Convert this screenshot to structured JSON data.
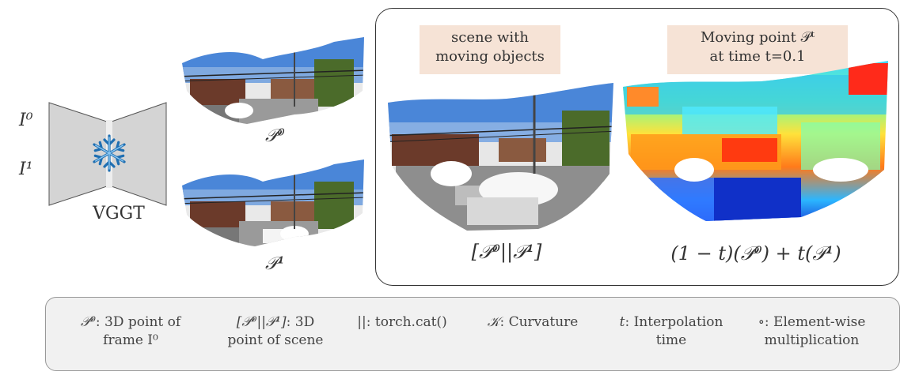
{
  "encoder": {
    "name": "VGGT",
    "input_top": "I⁰",
    "input_bottom": "I¹",
    "icon": "snowflake-icon"
  },
  "point_clouds": {
    "p0_label": "𝒫⁰",
    "p1_label": "𝒫¹"
  },
  "scene_panel": {
    "title_line1": "scene with",
    "title_line2": "moving objects",
    "formula": "[𝒫⁰||𝒫¹]"
  },
  "moving_panel": {
    "title_line1": "Moving point 𝒫ᵗ",
    "title_line2": "at time t=0.1",
    "formula": "(1 − t)(𝒫⁰) + t(𝒫¹)"
  },
  "legend": [
    {
      "symbol": "𝒫⁰",
      "text": ": 3D point of",
      "line2": "frame I⁰"
    },
    {
      "symbol": "[𝒫⁰||𝒫¹]",
      "text": ": 3D",
      "line2": "point of scene"
    },
    {
      "symbol": "||",
      "text": ": torch.cat()",
      "line2": ""
    },
    {
      "symbol": "𝒦",
      "text": ": Curvature",
      "line2": ""
    },
    {
      "symbol": "t",
      "text": ": Interpolation",
      "line2": "time"
    },
    {
      "symbol": "∘",
      "text": ": Element-wise",
      "line2": "multiplication"
    }
  ],
  "colors": {
    "label_bg": "#f6e3d6",
    "legend_bg": "#f1f1f1",
    "frame_border": "#333333",
    "sky": "#4a86d8",
    "building": "#6b3a2a"
  }
}
